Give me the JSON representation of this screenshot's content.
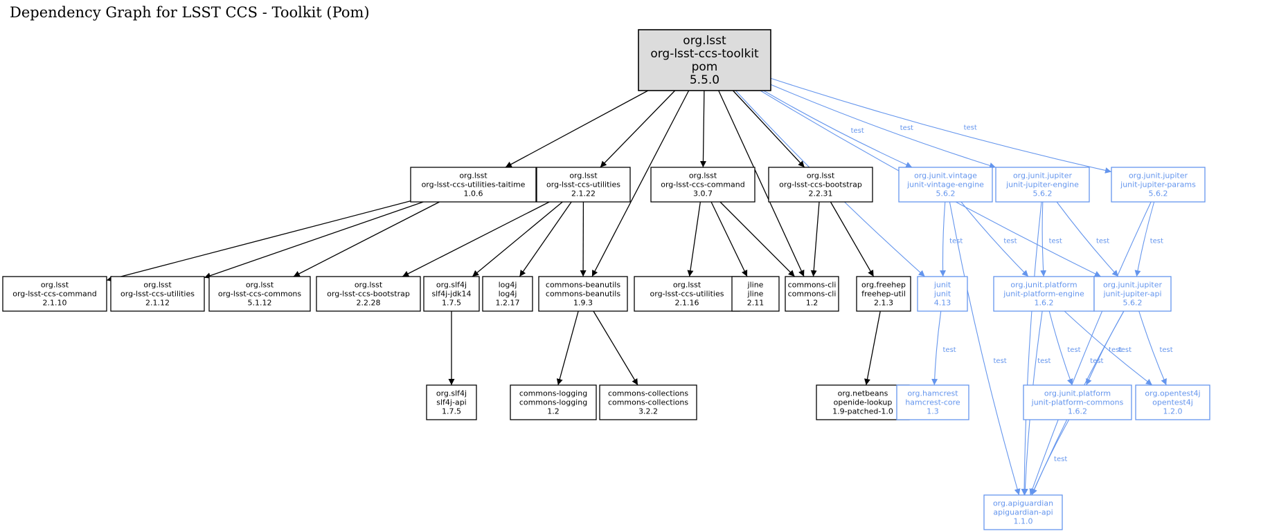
{
  "title": "Dependency Graph for LSST CCS - Toolkit (Pom)",
  "colors": {
    "compile": "#000000",
    "test": "#6495ed",
    "root_fill": "#dcdcdc"
  },
  "nodes": [
    {
      "id": "root",
      "lines": [
        "org.lsst",
        "org-lsst-ccs-toolkit",
        "pom",
        "5.5.0"
      ],
      "kind": "root"
    },
    {
      "id": "taitime",
      "lines": [
        "org.lsst",
        "org-lsst-ccs-utilities-taitime",
        "1.0.6"
      ],
      "kind": "compile"
    },
    {
      "id": "utilities2122",
      "lines": [
        "org.lsst",
        "org-lsst-ccs-utilities",
        "2.1.22"
      ],
      "kind": "compile"
    },
    {
      "id": "command307",
      "lines": [
        "org.lsst",
        "org-lsst-ccs-command",
        "3.0.7"
      ],
      "kind": "compile"
    },
    {
      "id": "bootstrap2231",
      "lines": [
        "org.lsst",
        "org-lsst-ccs-bootstrap",
        "2.2.31"
      ],
      "kind": "compile"
    },
    {
      "id": "vintage",
      "lines": [
        "org.junit.vintage",
        "junit-vintage-engine",
        "5.6.2"
      ],
      "kind": "test"
    },
    {
      "id": "jupiterengine",
      "lines": [
        "org.junit.jupiter",
        "junit-jupiter-engine",
        "5.6.2"
      ],
      "kind": "test"
    },
    {
      "id": "jupiterparams",
      "lines": [
        "org.junit.jupiter",
        "junit-jupiter-params",
        "5.6.2"
      ],
      "kind": "test"
    },
    {
      "id": "command2110",
      "lines": [
        "org.lsst",
        "org-lsst-ccs-command",
        "2.1.10"
      ],
      "kind": "compile"
    },
    {
      "id": "utilities2112",
      "lines": [
        "org.lsst",
        "org-lsst-ccs-utilities",
        "2.1.12"
      ],
      "kind": "compile"
    },
    {
      "id": "commons5112",
      "lines": [
        "org.lsst",
        "org-lsst-ccs-commons",
        "5.1.12"
      ],
      "kind": "compile"
    },
    {
      "id": "bootstrap2228",
      "lines": [
        "org.lsst",
        "org-lsst-ccs-bootstrap",
        "2.2.28"
      ],
      "kind": "compile"
    },
    {
      "id": "slf4jjdk14",
      "lines": [
        "org.slf4j",
        "slf4j-jdk14",
        "1.7.5"
      ],
      "kind": "compile"
    },
    {
      "id": "log4j",
      "lines": [
        "log4j",
        "log4j",
        "1.2.17"
      ],
      "kind": "compile"
    },
    {
      "id": "beanutils",
      "lines": [
        "commons-beanutils",
        "commons-beanutils",
        "1.9.3"
      ],
      "kind": "compile"
    },
    {
      "id": "utilities2116",
      "lines": [
        "org.lsst",
        "org-lsst-ccs-utilities",
        "2.1.16"
      ],
      "kind": "compile"
    },
    {
      "id": "jline",
      "lines": [
        "jline",
        "jline",
        "2.11"
      ],
      "kind": "compile"
    },
    {
      "id": "commonscli",
      "lines": [
        "commons-cli",
        "commons-cli",
        "1.2"
      ],
      "kind": "compile"
    },
    {
      "id": "freehep",
      "lines": [
        "org.freehep",
        "freehep-util",
        "2.1.3"
      ],
      "kind": "compile"
    },
    {
      "id": "junit",
      "lines": [
        "junit",
        "junit",
        "4.13"
      ],
      "kind": "test"
    },
    {
      "id": "platformengine",
      "lines": [
        "org.junit.platform",
        "junit-platform-engine",
        "1.6.2"
      ],
      "kind": "test"
    },
    {
      "id": "jupiterapi",
      "lines": [
        "org.junit.jupiter",
        "junit-jupiter-api",
        "5.6.2"
      ],
      "kind": "test"
    },
    {
      "id": "slf4japi",
      "lines": [
        "org.slf4j",
        "slf4j-api",
        "1.7.5"
      ],
      "kind": "compile"
    },
    {
      "id": "logging",
      "lines": [
        "commons-logging",
        "commons-logging",
        "1.2"
      ],
      "kind": "compile"
    },
    {
      "id": "collections",
      "lines": [
        "commons-collections",
        "commons-collections",
        "3.2.2"
      ],
      "kind": "compile"
    },
    {
      "id": "openide",
      "lines": [
        "org.netbeans",
        "openide-lookup",
        "1.9-patched-1.0"
      ],
      "kind": "compile"
    },
    {
      "id": "hamcrest",
      "lines": [
        "org.hamcrest",
        "hamcrest-core",
        "1.3"
      ],
      "kind": "test"
    },
    {
      "id": "platformcommons",
      "lines": [
        "org.junit.platform",
        "junit-platform-commons",
        "1.6.2"
      ],
      "kind": "test"
    },
    {
      "id": "opentest4j",
      "lines": [
        "org.opentest4j",
        "opentest4j",
        "1.2.0"
      ],
      "kind": "test"
    },
    {
      "id": "apiguardian",
      "lines": [
        "org.apiguardian",
        "apiguardian-api",
        "1.1.0"
      ],
      "kind": "test"
    }
  ],
  "edges": [
    {
      "from": "root",
      "to": "taitime",
      "label": ""
    },
    {
      "from": "root",
      "to": "utilities2122",
      "label": ""
    },
    {
      "from": "root",
      "to": "beanutils",
      "label": ""
    },
    {
      "from": "root",
      "to": "command307",
      "label": ""
    },
    {
      "from": "root",
      "to": "commonscli",
      "label": ""
    },
    {
      "from": "root",
      "to": "bootstrap2231",
      "label": ""
    },
    {
      "from": "root",
      "to": "junit",
      "label": "test"
    },
    {
      "from": "root",
      "to": "vintage",
      "label": "test"
    },
    {
      "from": "root",
      "to": "jupiterengine",
      "label": "test"
    },
    {
      "from": "root",
      "to": "jupiterapi",
      "label": "test"
    },
    {
      "from": "root",
      "to": "jupiterparams",
      "label": "test"
    },
    {
      "from": "taitime",
      "to": "command2110",
      "label": ""
    },
    {
      "from": "taitime",
      "to": "utilities2112",
      "label": ""
    },
    {
      "from": "taitime",
      "to": "commons5112",
      "label": ""
    },
    {
      "from": "utilities2122",
      "to": "bootstrap2228",
      "label": ""
    },
    {
      "from": "utilities2122",
      "to": "slf4jjdk14",
      "label": ""
    },
    {
      "from": "utilities2122",
      "to": "log4j",
      "label": ""
    },
    {
      "from": "utilities2122",
      "to": "beanutils",
      "label": ""
    },
    {
      "from": "command307",
      "to": "utilities2116",
      "label": ""
    },
    {
      "from": "command307",
      "to": "jline",
      "label": ""
    },
    {
      "from": "command307",
      "to": "commonscli",
      "label": ""
    },
    {
      "from": "bootstrap2231",
      "to": "commonscli",
      "label": ""
    },
    {
      "from": "bootstrap2231",
      "to": "freehep",
      "label": ""
    },
    {
      "from": "slf4jjdk14",
      "to": "slf4japi",
      "label": ""
    },
    {
      "from": "beanutils",
      "to": "logging",
      "label": ""
    },
    {
      "from": "beanutils",
      "to": "collections",
      "label": ""
    },
    {
      "from": "freehep",
      "to": "openide",
      "label": ""
    },
    {
      "from": "vintage",
      "to": "junit",
      "label": "test"
    },
    {
      "from": "vintage",
      "to": "platformengine",
      "label": "test"
    },
    {
      "from": "vintage",
      "to": "apiguardian",
      "label": "test"
    },
    {
      "from": "jupiterengine",
      "to": "platformengine",
      "label": "test"
    },
    {
      "from": "jupiterengine",
      "to": "jupiterapi",
      "label": "test"
    },
    {
      "from": "jupiterengine",
      "to": "apiguardian",
      "label": "test"
    },
    {
      "from": "jupiterparams",
      "to": "jupiterapi",
      "label": "test"
    },
    {
      "from": "jupiterparams",
      "to": "apiguardian",
      "label": "test"
    },
    {
      "from": "junit",
      "to": "hamcrest",
      "label": "test"
    },
    {
      "from": "platformengine",
      "to": "platformcommons",
      "label": "test"
    },
    {
      "from": "platformengine",
      "to": "opentest4j",
      "label": "test"
    },
    {
      "from": "platformengine",
      "to": "apiguardian",
      "label": "test"
    },
    {
      "from": "jupiterapi",
      "to": "platformcommons",
      "label": "test"
    },
    {
      "from": "jupiterapi",
      "to": "opentest4j",
      "label": "test"
    },
    {
      "from": "jupiterapi",
      "to": "apiguardian",
      "label": "test"
    },
    {
      "from": "platformcommons",
      "to": "apiguardian",
      "label": "test"
    }
  ]
}
